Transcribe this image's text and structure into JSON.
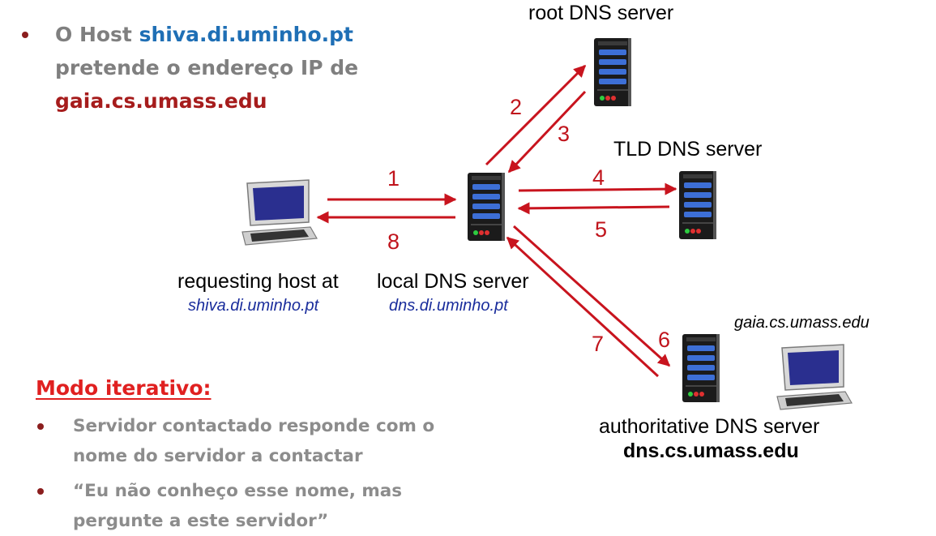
{
  "intro": {
    "prefix": "O Host ",
    "host": "shiva.di.uminho.pt",
    "middle": " pretende o endereço IP de ",
    "target": "gaia.cs.umass.edu"
  },
  "nodes": {
    "root": {
      "label": "root DNS server"
    },
    "tld": {
      "label": "TLD DNS server"
    },
    "requesting": {
      "label": "requesting host at",
      "sublabel": "shiva.di.uminho.pt"
    },
    "local": {
      "label": "local DNS server",
      "sublabel": "dns.di.uminho.pt"
    },
    "gaia": {
      "label": "gaia.cs.umass.edu"
    },
    "authoritative": {
      "label": "authoritative DNS server",
      "sublabel": "dns.cs.umass.edu"
    }
  },
  "steps": [
    "1",
    "2",
    "3",
    "4",
    "5",
    "6",
    "7",
    "8"
  ],
  "mode": {
    "title": "Modo iterativo:",
    "items": [
      "Servidor contactado responde com o nome do servidor a contactar",
      "“Eu não conheço esse nome, mas pergunte a este servidor”"
    ]
  },
  "colors": {
    "arrow": "#c8141e",
    "host_blue": "#1f6fb5",
    "target_red": "#a61c1c",
    "mode_title": "#e02020"
  }
}
